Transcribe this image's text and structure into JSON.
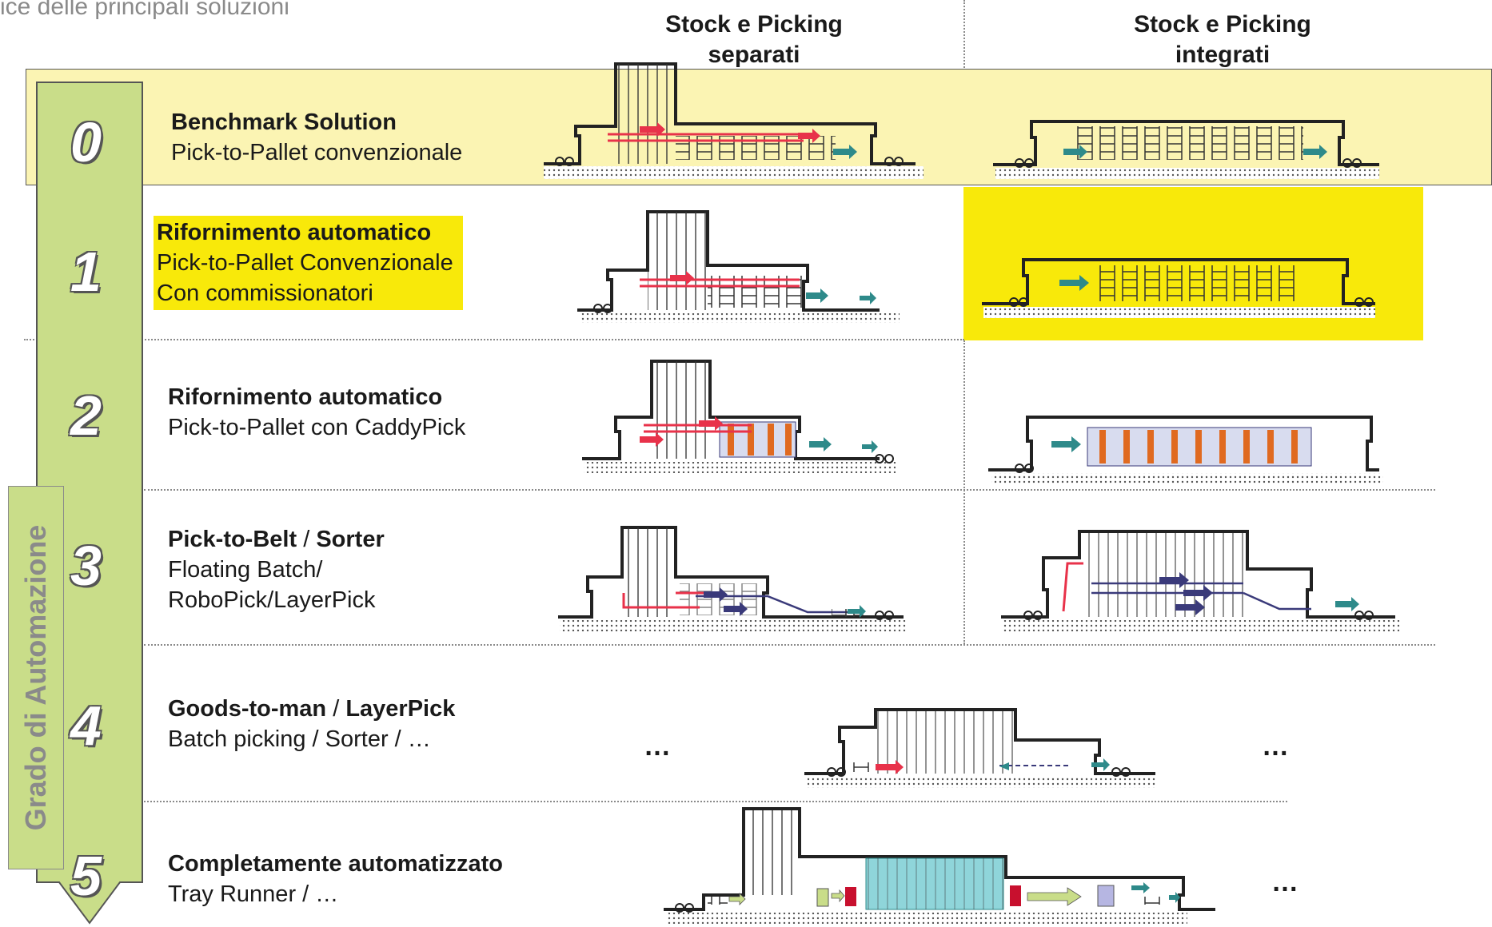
{
  "title": "ice delle principali soluzioni",
  "columns": [
    {
      "line1": "Stock e Picking",
      "line2": "separati"
    },
    {
      "line1": "Stock e Picking",
      "line2": "integrati"
    }
  ],
  "axis_label": "Grado di Automazione",
  "levels": [
    {
      "number": "0",
      "title": "Benchmark Solution",
      "lines": [
        "Pick-to-Pallet convenzionale"
      ]
    },
    {
      "number": "1",
      "title": "Rifornimento automatico",
      "lines": [
        "Pick-to-Pallet Convenzionale",
        "Con commissionatori"
      ]
    },
    {
      "number": "2",
      "title": "Rifornimento automatico",
      "lines": [
        "Pick-to-Pallet  con CaddyPick"
      ]
    },
    {
      "number": "3",
      "title_a": "Pick-to-Belt",
      "title_sep": " / ",
      "title_b": "Sorter",
      "lines": [
        "Floating Batch/",
        "RoboPick/LayerPick"
      ]
    },
    {
      "number": "4",
      "title_a": "Goods-to-man",
      "title_sep": " / ",
      "title_b": "LayerPick",
      "lines": [
        "Batch picking / Sorter / …"
      ]
    },
    {
      "number": "5",
      "title": "Completamente automatizzato",
      "lines": [
        "Tray Runner / …"
      ]
    }
  ],
  "ellipsis": "…",
  "colors": {
    "band0": "#fbf4b3",
    "highlight": "#f8e90a",
    "arrow_green": "#c9dd89",
    "red": "#e8324a",
    "teal": "#2e8a8a",
    "navy": "#3a3a7a",
    "orange": "#e06a20",
    "cyan": "#8fd5da"
  }
}
